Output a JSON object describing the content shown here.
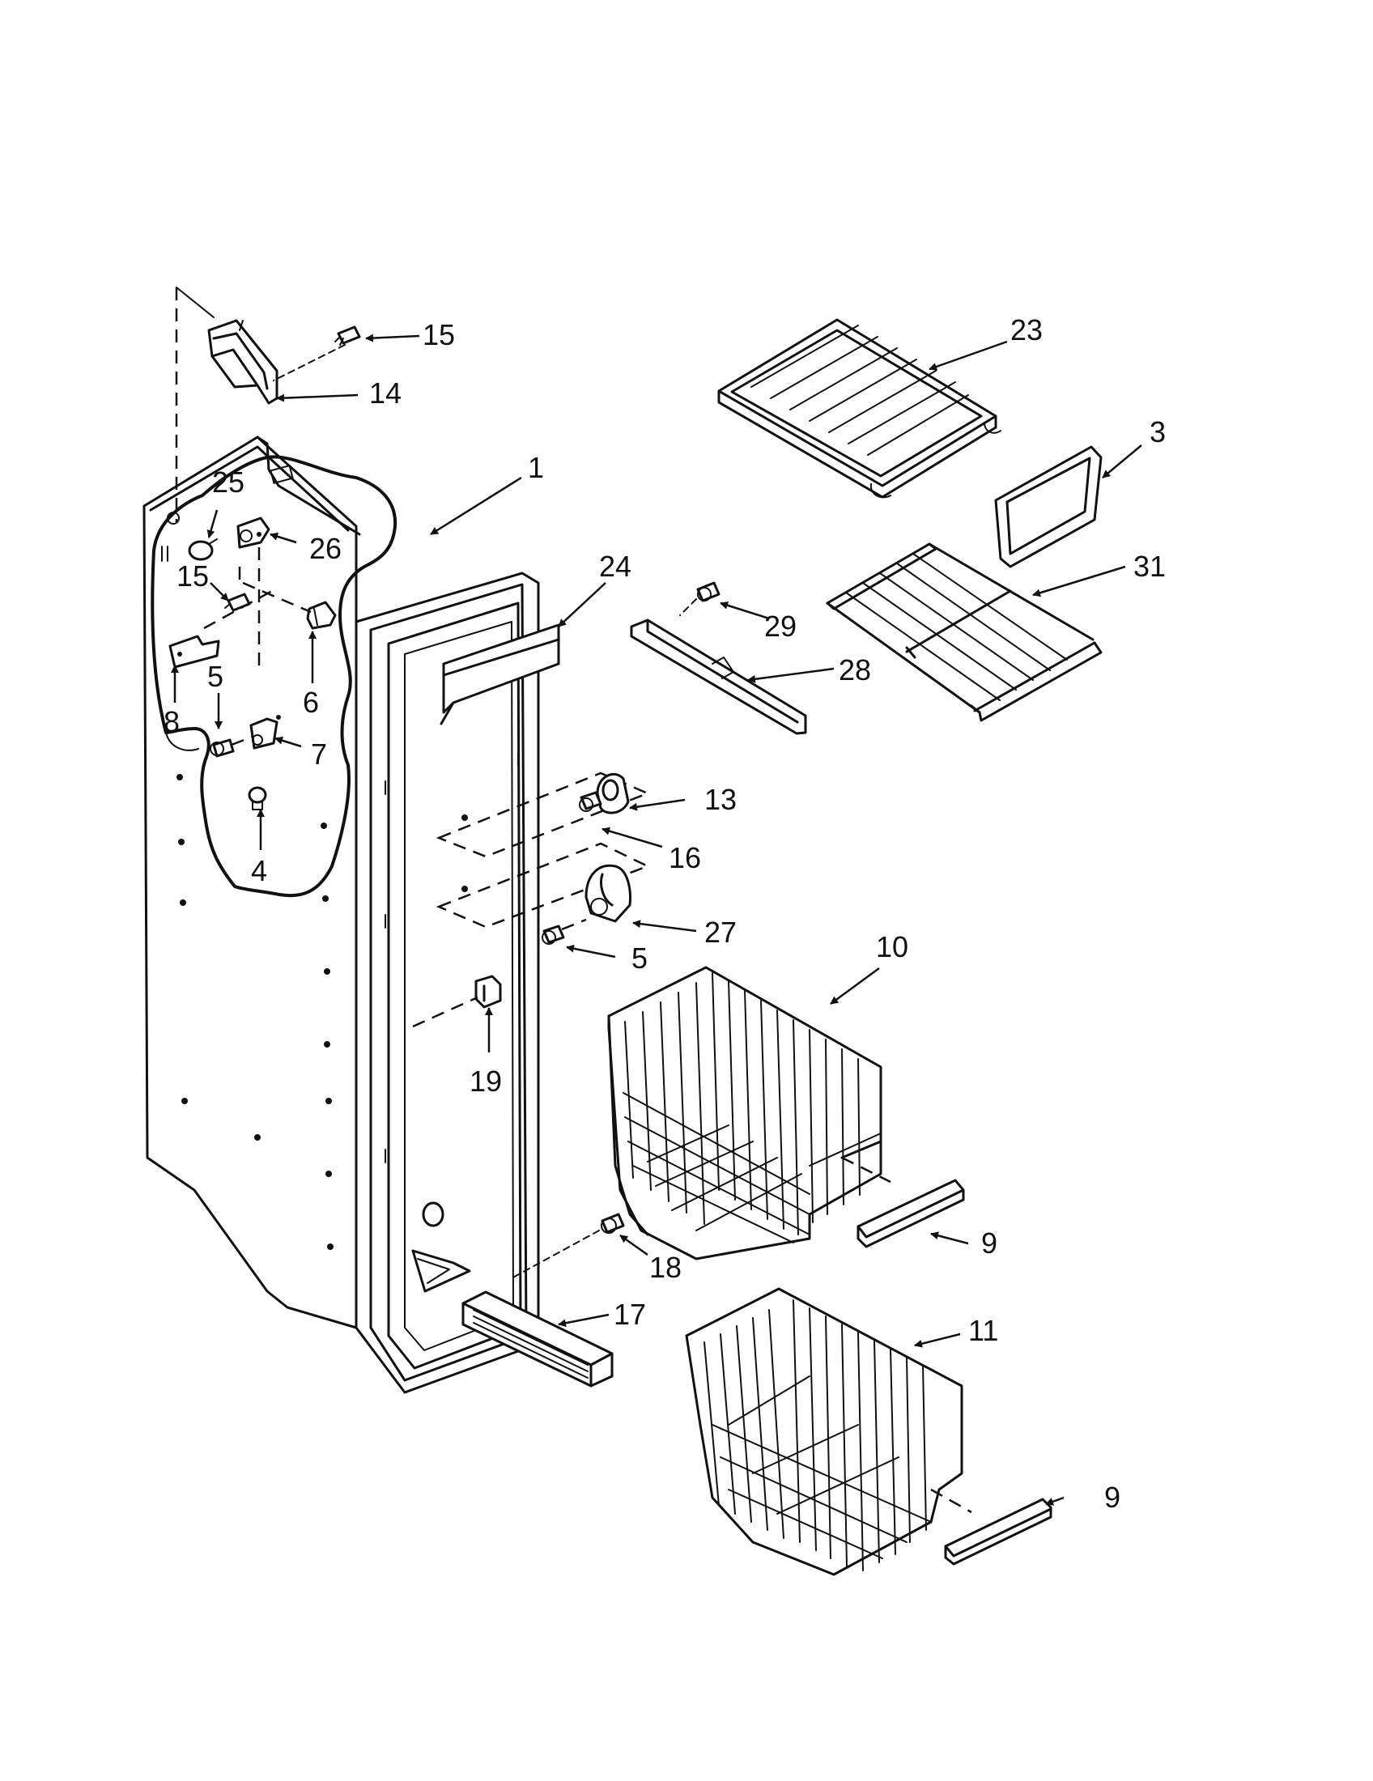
{
  "callouts": [
    {
      "id": "c15a",
      "text": "15"
    },
    {
      "id": "c14",
      "text": "14"
    },
    {
      "id": "c23",
      "text": "23"
    },
    {
      "id": "c3",
      "text": "3"
    },
    {
      "id": "c1",
      "text": "1"
    },
    {
      "id": "c25",
      "text": "25"
    },
    {
      "id": "c26",
      "text": "26"
    },
    {
      "id": "c15b",
      "text": "15"
    },
    {
      "id": "c24",
      "text": "24"
    },
    {
      "id": "c31",
      "text": "31"
    },
    {
      "id": "c29",
      "text": "29"
    },
    {
      "id": "c5a",
      "text": "5"
    },
    {
      "id": "c6",
      "text": "6"
    },
    {
      "id": "c28",
      "text": "28"
    },
    {
      "id": "c8",
      "text": "8"
    },
    {
      "id": "c7",
      "text": "7"
    },
    {
      "id": "c13",
      "text": "13"
    },
    {
      "id": "c16",
      "text": "16"
    },
    {
      "id": "c4",
      "text": "4"
    },
    {
      "id": "c27",
      "text": "27"
    },
    {
      "id": "c5b",
      "text": "5"
    },
    {
      "id": "c10",
      "text": "10"
    },
    {
      "id": "c19",
      "text": "19"
    },
    {
      "id": "c9a",
      "text": "9"
    },
    {
      "id": "c18",
      "text": "18"
    },
    {
      "id": "c17",
      "text": "17"
    },
    {
      "id": "c11",
      "text": "11"
    },
    {
      "id": "c9b",
      "text": "9"
    }
  ]
}
